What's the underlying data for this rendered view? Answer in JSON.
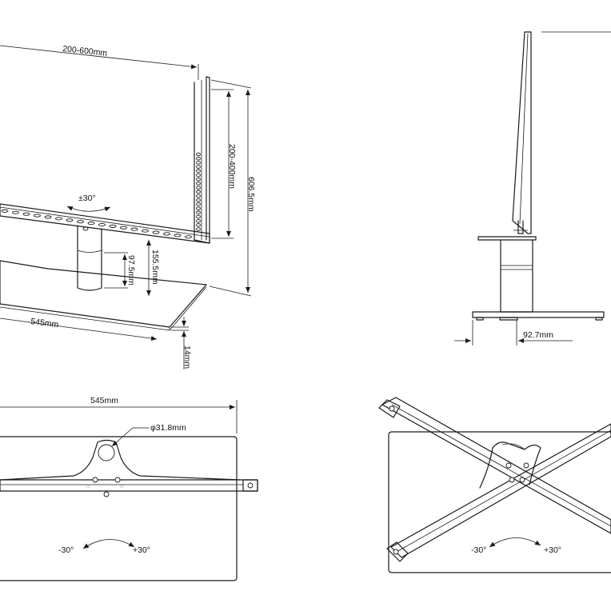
{
  "front_view": {
    "width_range": "200-600mm",
    "height_range": "200-400mm",
    "total_height": "606.5mm",
    "column_height": "155.5mm",
    "column_gap": "97.5mm",
    "base_width": "545mm",
    "base_thickness": "14mm",
    "swivel": "±30°"
  },
  "side_view": {
    "offset": "92.7mm"
  },
  "top_view": {
    "width": "545mm",
    "hole": "φ31.8mm",
    "rotate_left": "-30°",
    "rotate_right": "+30°"
  },
  "rotated_view": {
    "rotate_left": "-30°",
    "rotate_right": "+30°"
  }
}
